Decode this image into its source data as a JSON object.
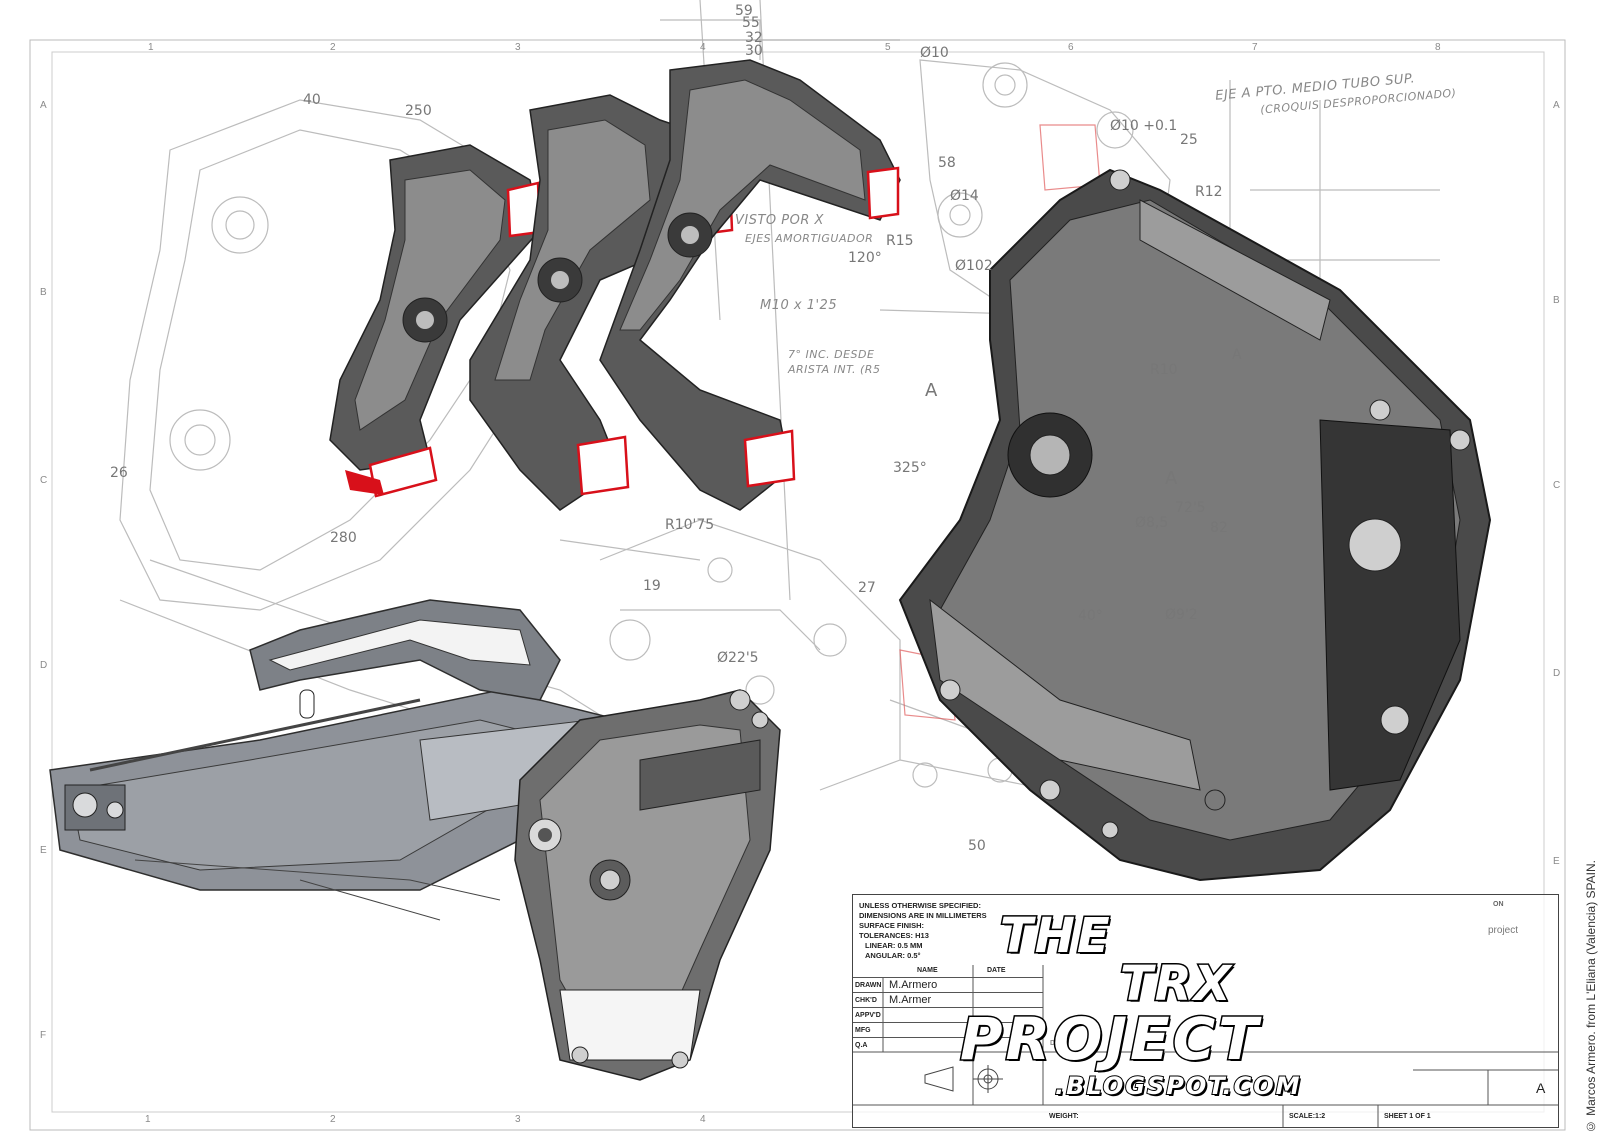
{
  "rulers": {
    "top": [
      "1",
      "2",
      "3",
      "4",
      "5",
      "6",
      "7",
      "8"
    ],
    "bottom": [
      "1",
      "2",
      "3",
      "4"
    ],
    "left": [
      "A",
      "B",
      "C",
      "D",
      "E",
      "F"
    ],
    "right": [
      "A",
      "B",
      "C",
      "D",
      "E"
    ]
  },
  "sketch_notes": {
    "eje_line1": "EJE A PTO. MEDIO TUBO SUP.",
    "eje_line2": "(CROQUIS DESPROPORCIONADO)",
    "visto_por": "VISTO POR X",
    "ejes_amort": "EJES AMORTIGUADOR",
    "m10": "M10 x 1'25",
    "inc_line1": "7° INC. DESDE",
    "inc_line2": "ARISTA INT. (R5"
  },
  "dimensions": [
    "250",
    "40",
    "59",
    "55",
    "32",
    "30",
    "Ø10",
    "Ø10 +0.1",
    "25",
    "R12",
    "58",
    "R15",
    "Ø102",
    "120°",
    "R10",
    "Ø8,5",
    "72'5",
    "82",
    "Ø9'2",
    "40°",
    "Ø22'5",
    "27",
    "50",
    "R10'75",
    "325°",
    "19",
    "Ø14",
    "26",
    "280"
  ],
  "section_markers": [
    "A",
    "A",
    "A"
  ],
  "title_block": {
    "notes": [
      "UNLESS OTHERWISE SPECIFIED:",
      "DIMENSIONS ARE IN MILLIMETERS",
      "SURFACE FINISH:",
      "TOLERANCES: H13",
      "LINEAR: 0.5 mm",
      "ANGULAR: 0.5°"
    ],
    "col_name": "NAME",
    "col_date": "DATE",
    "rows": [
      {
        "key": "DRAWN",
        "name": "M.Armero"
      },
      {
        "key": "CHK'D",
        "name": "M.Armer"
      },
      {
        "key": "APPV'D",
        "name": ""
      },
      {
        "key": "MFG",
        "name": ""
      },
      {
        "key": "Q.A",
        "name": ""
      }
    ],
    "desc_label": "Desc",
    "on_label": "ON",
    "project_label": "project",
    "size": "A",
    "weight": "WEIGHT:",
    "scale": "SCALE:1:2",
    "sheet": "SHEET 1 OF 1"
  },
  "logo": {
    "line1": "THE",
    "line2": "TRX",
    "line3": "PROJECT",
    "line4": ".BLOGSPOT.COM"
  },
  "credit": "© Marcos Armero. from L'Eliana (Valencia) SPAIN.",
  "colors": {
    "part_dark": "#3c3c3c",
    "part_mid": "#6e6e6e",
    "part_light": "#a8a8a8",
    "highlight": "#d8101a",
    "sketch": "#9a9a9a",
    "swingarm": "#8e9299"
  }
}
